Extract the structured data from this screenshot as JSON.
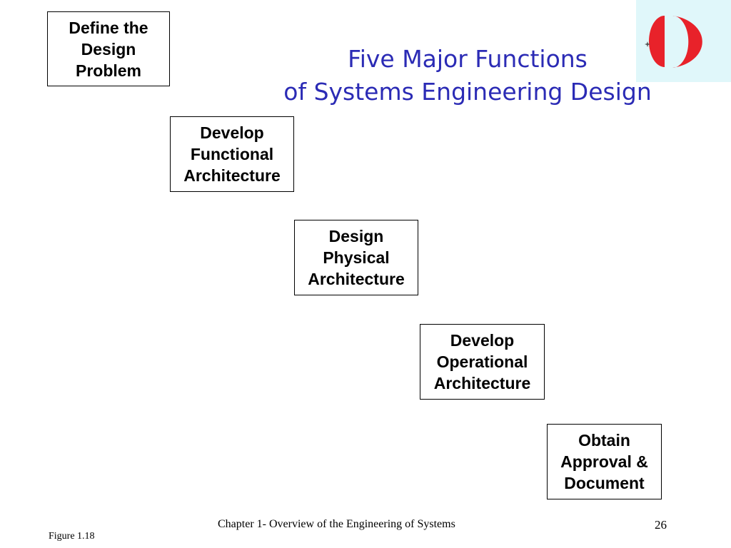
{
  "title": {
    "line1": "Five Major Functions",
    "line2": "of Systems Engineering Design"
  },
  "steps": [
    {
      "lines": [
        "Define the",
        "Design",
        "Problem"
      ]
    },
    {
      "lines": [
        "Develop",
        "Functional",
        "Architecture"
      ]
    },
    {
      "lines": [
        "Design",
        "Physical",
        "Architecture"
      ]
    },
    {
      "lines": [
        "Develop",
        "Operational",
        "Architecture"
      ]
    },
    {
      "lines": [
        "Obtain",
        "Approval &",
        "Document"
      ]
    }
  ],
  "footer": {
    "chapter": "Chapter 1- Overview of the Engineering of Systems",
    "page_number": "26",
    "figure": "Figure 1.18"
  },
  "colors": {
    "title": "#2b2bb5",
    "logo_red": "#e8222a",
    "logo_panel": "#e0f7fa"
  },
  "logo": {
    "icon": "university-logo-icon"
  }
}
